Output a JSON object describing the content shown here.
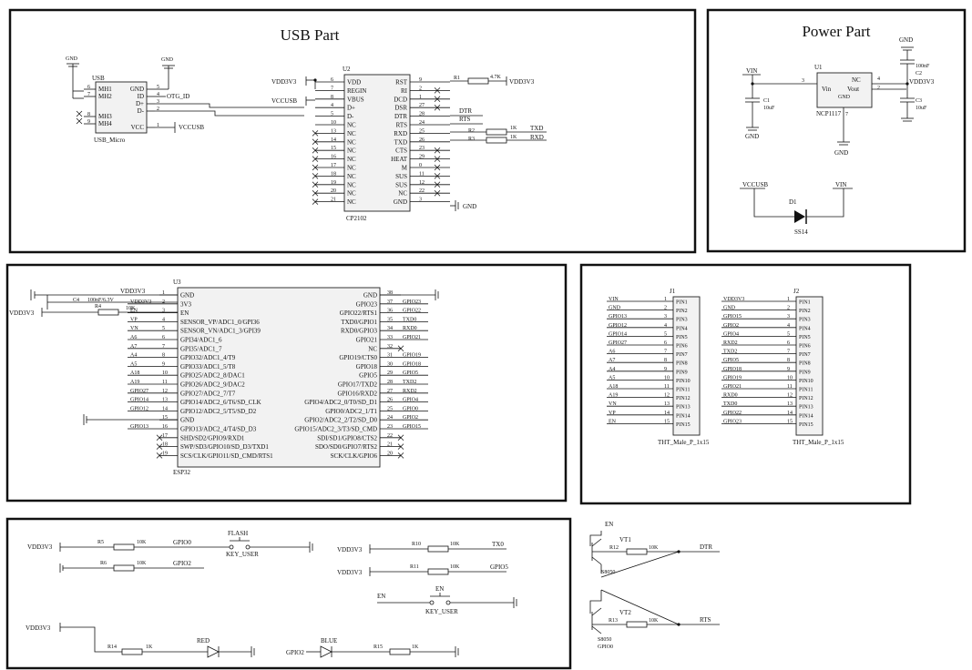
{
  "sections": {
    "usb": {
      "title": "USB Part"
    },
    "power": {
      "title": "Power Part"
    }
  },
  "usb_connector": {
    "ref": "USB",
    "value": "USB_Micro",
    "pins_left": [
      {
        "name": "MH1",
        "num": "6"
      },
      {
        "name": "MH2",
        "num": "7"
      },
      {
        "name": "MH3",
        "num": "8"
      },
      {
        "name": "MH4",
        "num": "9"
      }
    ],
    "pins_right": [
      {
        "name": "GND",
        "num": "5"
      },
      {
        "name": "ID",
        "num": "4"
      },
      {
        "name": "D+",
        "num": "3"
      },
      {
        "name": "D-",
        "num": "2"
      },
      {
        "name": "VCC",
        "num": "1"
      }
    ],
    "gnd1": "GND",
    "gnd2": "GND",
    "otg": "OTG_ID",
    "vccusb": "VCCUSB"
  },
  "cp2102": {
    "ref": "U2",
    "value": "CP2102",
    "left_pins": [
      {
        "name": "VDD",
        "num": "6"
      },
      {
        "name": "REGIN",
        "num": "7"
      },
      {
        "name": "VBUS",
        "num": "8"
      },
      {
        "name": "D+",
        "num": "4"
      },
      {
        "name": "D-",
        "num": "5"
      },
      {
        "name": "NC",
        "num": "10"
      },
      {
        "name": "NC",
        "num": "13"
      },
      {
        "name": "NC",
        "num": "14"
      },
      {
        "name": "NC",
        "num": "15"
      },
      {
        "name": "NC",
        "num": "16"
      },
      {
        "name": "NC",
        "num": "17"
      },
      {
        "name": "NC",
        "num": "18"
      },
      {
        "name": "NC",
        "num": "19"
      },
      {
        "name": "NC",
        "num": "20"
      },
      {
        "name": "NC",
        "num": "21"
      }
    ],
    "right_pins": [
      {
        "name": "RST",
        "num": "9"
      },
      {
        "name": "RI",
        "num": "2"
      },
      {
        "name": "DCD",
        "num": "1"
      },
      {
        "name": "DSR",
        "num": "27"
      },
      {
        "name": "DTR",
        "num": "28"
      },
      {
        "name": "RTS",
        "num": "24"
      },
      {
        "name": "RXD",
        "num": "25"
      },
      {
        "name": "TXD",
        "num": "26"
      },
      {
        "name": "CTS",
        "num": "23"
      },
      {
        "name": "HEAT",
        "num": "29"
      },
      {
        "name": "M",
        "num": "0"
      },
      {
        "name": "SUS",
        "num": "11"
      },
      {
        "name": "SUS",
        "num": "12"
      },
      {
        "name": "NC",
        "num": "22"
      },
      {
        "name": "GND",
        "num": "3"
      }
    ],
    "vdd_net": "VDD3V3",
    "vccusb_net": "VCCUSB",
    "r1": "R1",
    "r1_val": "4.7K",
    "r1_net": "VDD3V3",
    "dtr": "DTR",
    "rts": "RTS",
    "r2": "R2",
    "r2_val": "1K",
    "r2_net": "TXD",
    "r3": "R3",
    "r3_val": "1K",
    "r3_net": "RXD",
    "gnd": "GND"
  },
  "power": {
    "vin": "VIN",
    "c1": "C1",
    "c1_val": "10uF",
    "gnd_left": "GND",
    "u1": "U1",
    "u1_value": "NCP1117",
    "u1_pins": {
      "vin": "Vin",
      "nc": "NC",
      "vout": "Vout",
      "gnd_pin": "GND"
    },
    "u1_nums": {
      "vin": "3",
      "nc": "4",
      "vout": "2",
      "gnd": "7"
    },
    "gnd_mid": "GND",
    "gnd_top": "GND",
    "c2": "C2",
    "c2_val": "100nF",
    "c3": "C3",
    "c3_val": "10uF",
    "vdd": "VDD3V3",
    "vccusb": "VCCUSB",
    "vin2": "VIN",
    "d1": "D1",
    "d1_val": "SS14"
  },
  "esp32": {
    "ref": "U3",
    "value": "ESP32",
    "left_pins": [
      {
        "name": "GND",
        "num": "1"
      },
      {
        "name": "3V3",
        "num": "2"
      },
      {
        "name": "EN",
        "num": "3"
      },
      {
        "name": "SENSOR_VP/ADC1_0/GPI36",
        "num": "4"
      },
      {
        "name": "SENSOR_VN/ADC1_3/GPI39",
        "num": "5"
      },
      {
        "name": "GPI34/ADC1_6",
        "num": "6"
      },
      {
        "name": "GPI35/ADC1_7",
        "num": "7"
      },
      {
        "name": "GPIO32/ADC1_4/T9",
        "num": "8"
      },
      {
        "name": "GPIO33/ADC1_5/T8",
        "num": "9"
      },
      {
        "name": "GPIO25/ADC2_8/DAC1",
        "num": "10"
      },
      {
        "name": "GPIO26/ADC2_9/DAC2",
        "num": "11"
      },
      {
        "name": "GPIO27/ADC2_7/T7",
        "num": "12"
      },
      {
        "name": "GPIO14/ADC2_6/T6/SD_CLK",
        "num": "13"
      },
      {
        "name": "GPIO12/ADC2_5/T5/SD_D2",
        "num": "14"
      },
      {
        "name": "GND",
        "num": "15"
      },
      {
        "name": "GPIO13/ADC2_4/T4/SD_D3",
        "num": "16"
      },
      {
        "name": "SHD/SD2/GPIO9/RXD1",
        "num": "17"
      },
      {
        "name": "SWP/SD3/GPIO10/SD_D3/TXD1",
        "num": "18"
      },
      {
        "name": "SCS/CLK/GPIO11/SD_CMD/RTS1",
        "num": "19"
      }
    ],
    "right_pins": [
      {
        "name": "GND",
        "num": "38"
      },
      {
        "name": "GPIO23",
        "num": "37"
      },
      {
        "name": "GPIO22/RTS1",
        "num": "36"
      },
      {
        "name": "TXD0/GPIO1",
        "num": "35"
      },
      {
        "name": "RXD0/GPIO3",
        "num": "34"
      },
      {
        "name": "GPIO21",
        "num": "33"
      },
      {
        "name": "NC",
        "num": "32"
      },
      {
        "name": "GPIO19/CTS0",
        "num": "31"
      },
      {
        "name": "GPIO18",
        "num": "30"
      },
      {
        "name": "GPIO5",
        "num": "29"
      },
      {
        "name": "GPIO17/TXD2",
        "num": "28"
      },
      {
        "name": "GPIO16/RXD2",
        "num": "27"
      },
      {
        "name": "GPIO4/ADC2_0/T0/SD_D1",
        "num": "26"
      },
      {
        "name": "GPIO0/ADC2_1/T1",
        "num": "25"
      },
      {
        "name": "GPIO2/ADC2_2/T2/SD_D0",
        "num": "24"
      },
      {
        "name": "GPIO15/ADC2_3/T3/SD_CMD",
        "num": "23"
      },
      {
        "name": "SDI/SD1/GPIO8/CTS2",
        "num": "22"
      },
      {
        "name": "SDO/SD0/GPIO7/RTS2",
        "num": "21"
      },
      {
        "name": "SCK/CLK/GPIO6",
        "num": "20"
      }
    ],
    "left_nets": [
      "",
      "VDD3V3",
      "EN",
      "VP",
      "VN",
      "A6",
      "A7",
      "A4",
      "A5",
      "A18",
      "A19",
      "GPIO27",
      "GPIO14",
      "GPIO12",
      "",
      "GPIO13",
      "",
      "",
      ""
    ],
    "right_nets": [
      "",
      "GPIO23",
      "GPIO22",
      "TXD0",
      "RXD0",
      "GPIO21",
      "",
      "GPIO19",
      "GPIO18",
      "GPIO5",
      "TXD2",
      "RXD2",
      "GPIO4",
      "GPIO0",
      "GPIO2",
      "GPIO15",
      "",
      "",
      ""
    ],
    "c4": "C4",
    "c4_val": "100nF/6.3V",
    "r4": "R4",
    "r4_val": "10K",
    "vdd_left": "VDD3V3",
    "vdd_left2": "VDD3V3"
  },
  "j1": {
    "ref": "J1",
    "value": "THT_Male_P_1x15",
    "nets": [
      "VIN",
      "GND",
      "GPIO13",
      "GPIO12",
      "GPIO14",
      "GPIO27",
      "A6",
      "A7",
      "A4",
      "A5",
      "A18",
      "A19",
      "VN",
      "VP",
      "EN"
    ]
  },
  "j2": {
    "ref": "J2",
    "value": "THT_Male_P_1x15",
    "nets": [
      "VDD3V3",
      "GND",
      "GPIO15",
      "GPIO2",
      "GPIO4",
      "RXD2",
      "TXD2",
      "GPIO5",
      "GPIO18",
      "GPIO19",
      "GPIO21",
      "RXD0",
      "TXD0",
      "GPIO22",
      "GPIO23"
    ]
  },
  "pin_prefix": "PIN",
  "bottom_left": {
    "r5_net": "VDD3V3",
    "r5": "R5",
    "r5_val": "10K",
    "r5_out": "GPIO0",
    "flash": "FLASH",
    "key_user1": "KEY_USER",
    "r6": "R6",
    "r6_val": "10K",
    "r6_out": "GPIO2",
    "r10_net": "VDD3V3",
    "r10": "R10",
    "r10_val": "10K",
    "r10_out": "TX0",
    "r11_net": "VDD3V3",
    "r11": "R11",
    "r11_val": "10K",
    "r11_out": "GPIO5",
    "en": "EN",
    "en_btn": "EN",
    "key_user2": "KEY_USER",
    "led_net": "VDD3V3",
    "r14": "R14",
    "r14_val": "1K",
    "red": "RED",
    "gpio2": "GPIO2",
    "blue": "BLUE",
    "r15": "R15",
    "r15_val": "1K"
  },
  "autoreset": {
    "en": "EN",
    "vt1": "VT1",
    "r12": "R12",
    "r12_val": "10K",
    "dtr": "DTR",
    "s8050a": "S8050",
    "vt2": "VT2",
    "r13": "R13",
    "r13_val": "10K",
    "rts": "RTS",
    "s8050b": "S8050",
    "gpio0": "GPIO0"
  }
}
